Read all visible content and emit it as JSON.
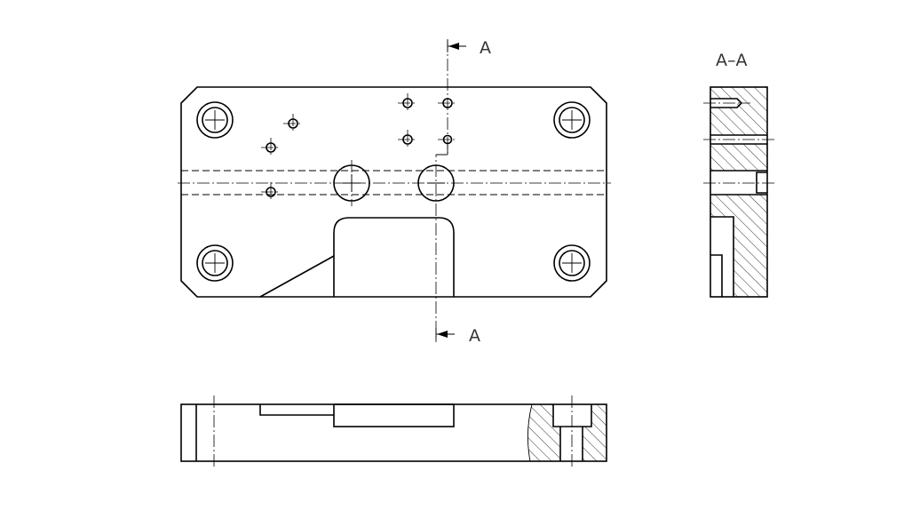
{
  "labels": {
    "cut_top": "A",
    "cut_bottom": "A",
    "section_title": "A–A"
  }
}
